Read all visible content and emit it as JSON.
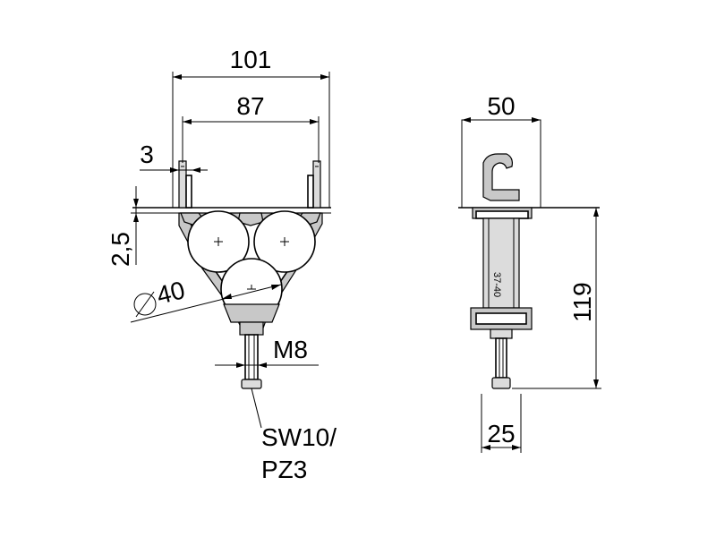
{
  "front_view": {
    "dim_overall_width": "101",
    "dim_inner_width": "87",
    "dim_slot": "3",
    "dim_base_thickness": "2,5",
    "dim_diameter": "40",
    "dim_thread": "M8",
    "note_tool_line1": "SW10/",
    "note_tool_line2": "PZ3"
  },
  "side_view": {
    "dim_depth": "50",
    "dim_height": "119",
    "dim_bolt_width": "25",
    "part_marking": "37-40"
  },
  "colors": {
    "line": "#000000",
    "fill_body": "#c8c8c8",
    "fill_light": "#dcdcdc",
    "background": "#ffffff"
  }
}
